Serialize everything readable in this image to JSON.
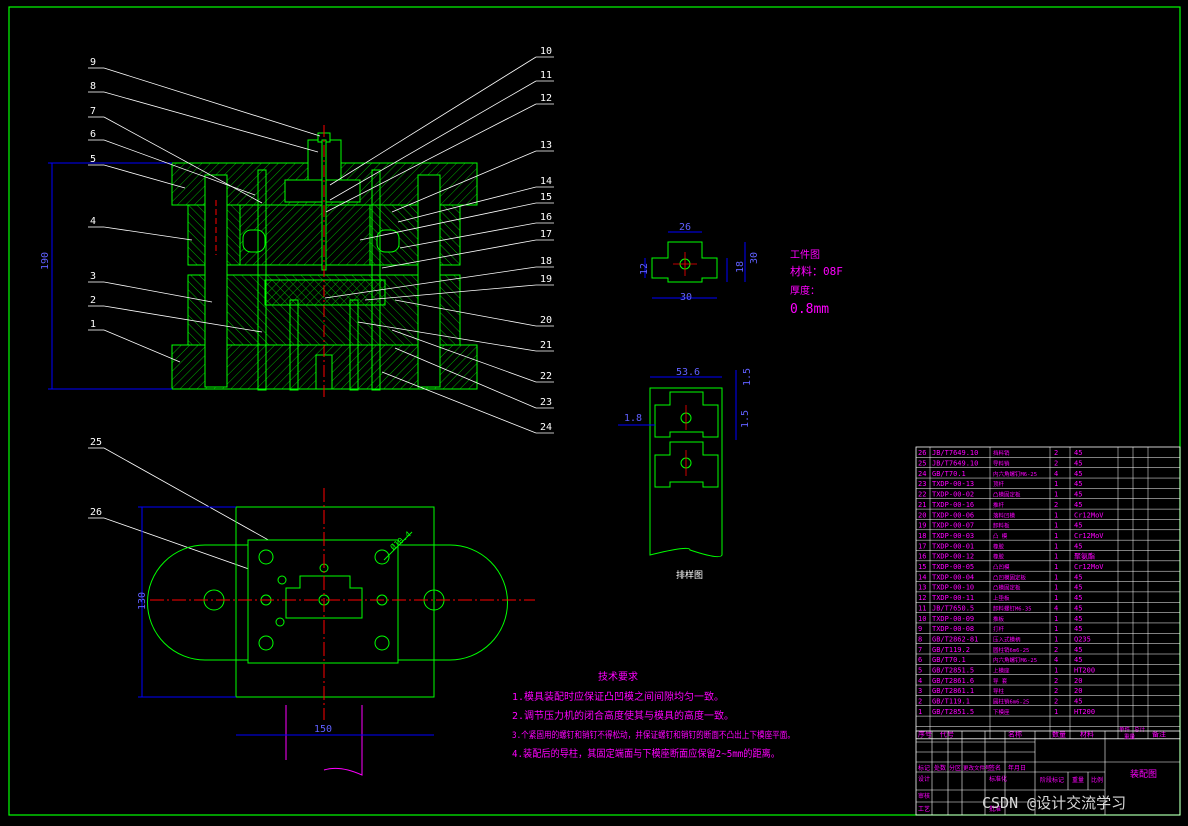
{
  "colors": {
    "background": "#000000",
    "border": "#00ff00",
    "part_outline": "#00ff00",
    "leader": "#ffffff",
    "dimension": "#0000ff",
    "annotation": "#ff00ff",
    "hatch": "#00ff00",
    "centerline": "#ff0000"
  },
  "callouts": [
    "1",
    "2",
    "3",
    "4",
    "5",
    "6",
    "7",
    "8",
    "9",
    "10",
    "11",
    "12",
    "13",
    "14",
    "15",
    "16",
    "17",
    "18",
    "19",
    "20",
    "21",
    "22",
    "23",
    "24",
    "25",
    "26"
  ],
  "dimensions": {
    "front_height": "190",
    "part_width_top": "26",
    "part_height_left": "12",
    "part_height_right": "18",
    "part_overall_height": "30",
    "part_width": "30",
    "strip_width": "53.6",
    "strip_margin_top": "1.5",
    "strip_side": "1.8",
    "strip_gap": "1.5",
    "plan_height": "130",
    "plan_width": "150",
    "plan_diag": "Ø10.4"
  },
  "workpiece": {
    "title": "工件图",
    "material": "材料：08F",
    "thickness_label": "厚度：",
    "thickness": "0.8mm"
  },
  "strip_label": "排样图",
  "tech": {
    "title": "技术要求",
    "items": [
      "1.模具装配时应保证凸凹模之间间隙均匀一致。",
      "2.调节压力机的闭合高度使其与模具的高度一致。",
      "3.个紧固用的螺钉和销钉不得松动，并保证螺钉和销钉的断面不凸出上下模座平面。",
      "4.装配后的导柱，其固定端面与下模座断面应保留2~5mm的距离。"
    ]
  },
  "bom": {
    "rows": [
      {
        "no": "26",
        "code": "JB/T7649.10",
        "name": "挡料销",
        "qty": "2",
        "mat": "45"
      },
      {
        "no": "25",
        "code": "JB/T7649.10",
        "name": "导料销",
        "qty": "2",
        "mat": "45"
      },
      {
        "no": "24",
        "code": "GB/T70.1",
        "name": "内六角螺钉M6-25",
        "qty": "4",
        "mat": "45"
      },
      {
        "no": "23",
        "code": "TXDP-00-13",
        "name": "顶杆",
        "qty": "1",
        "mat": "45"
      },
      {
        "no": "22",
        "code": "TXDP-00-02",
        "name": "凸模固定板",
        "qty": "1",
        "mat": "45"
      },
      {
        "no": "21",
        "code": "TXDP-00-16",
        "name": "推杆",
        "qty": "2",
        "mat": "45"
      },
      {
        "no": "20",
        "code": "TXDP-00-06",
        "name": "落料凹模",
        "qty": "1",
        "mat": "Cr12MoV"
      },
      {
        "no": "19",
        "code": "TXDP-00-07",
        "name": "卸料板",
        "qty": "1",
        "mat": "45"
      },
      {
        "no": "18",
        "code": "TXDP-00-03",
        "name": "凸 模",
        "qty": "1",
        "mat": "Cr12MoV"
      },
      {
        "no": "17",
        "code": "TXDP-00-01",
        "name": "橡胶",
        "qty": "1",
        "mat": "45"
      },
      {
        "no": "16",
        "code": "TXDP-00-12",
        "name": "橡胶",
        "qty": "1",
        "mat": "聚氨酯"
      },
      {
        "no": "15",
        "code": "TXDP-00-05",
        "name": "凸凹模",
        "qty": "1",
        "mat": "Cr12MoV"
      },
      {
        "no": "14",
        "code": "TXDP-00-04",
        "name": "凸凹模固定板",
        "qty": "1",
        "mat": "45"
      },
      {
        "no": "13",
        "code": "TXDP-00-10",
        "name": "凸模固定板",
        "qty": "1",
        "mat": "45"
      },
      {
        "no": "12",
        "code": "TXDP-00-11",
        "name": "上垫板",
        "qty": "1",
        "mat": "45"
      },
      {
        "no": "11",
        "code": "JB/T7650.5",
        "name": "卸料螺钉M6-35",
        "qty": "4",
        "mat": "45"
      },
      {
        "no": "10",
        "code": "TXDP-00-09",
        "name": "推板",
        "qty": "1",
        "mat": "45"
      },
      {
        "no": "9",
        "code": "TXDP-00-08",
        "name": "打杆",
        "qty": "1",
        "mat": "45"
      },
      {
        "no": "8",
        "code": "GB/T2862-81",
        "name": "压入式模柄",
        "qty": "1",
        "mat": "Q235"
      },
      {
        "no": "7",
        "code": "GB/T119.2",
        "name": "圆柱销6m6-25",
        "qty": "2",
        "mat": "45"
      },
      {
        "no": "6",
        "code": "GB/T70.1",
        "name": "内六角螺钉M6-25",
        "qty": "4",
        "mat": "45"
      },
      {
        "no": "5",
        "code": "GB/T2851.5",
        "name": "上模座",
        "qty": "1",
        "mat": "HT200"
      },
      {
        "no": "4",
        "code": "GB/T2861.6",
        "name": "导 套",
        "qty": "2",
        "mat": "20"
      },
      {
        "no": "3",
        "code": "GB/T2861.1",
        "name": "导柱",
        "qty": "2",
        "mat": "20"
      },
      {
        "no": "2",
        "code": "GB/T119.1",
        "name": "圆柱销6m6-25",
        "qty": "2",
        "mat": "45"
      },
      {
        "no": "1",
        "code": "GB/T2851.5",
        "name": "下模座",
        "qty": "1",
        "mat": "HT200"
      }
    ],
    "header": {
      "no": "序号",
      "code": "代号",
      "name": "名称",
      "qty": "数量",
      "mat": "材料",
      "unit_weight": "单件",
      "total_weight": "总计",
      "weight": "重量",
      "remark": "备注"
    }
  },
  "title_block": {
    "drawing_name": "装配图",
    "labels": [
      "标记",
      "处数",
      "分区",
      "更改文件号",
      "签名",
      "年月日",
      "设计",
      "标准化",
      "阶段标记",
      "重量",
      "比例",
      "审核",
      "工艺",
      "批准"
    ]
  },
  "watermark": "CSDN @设计交流学习"
}
